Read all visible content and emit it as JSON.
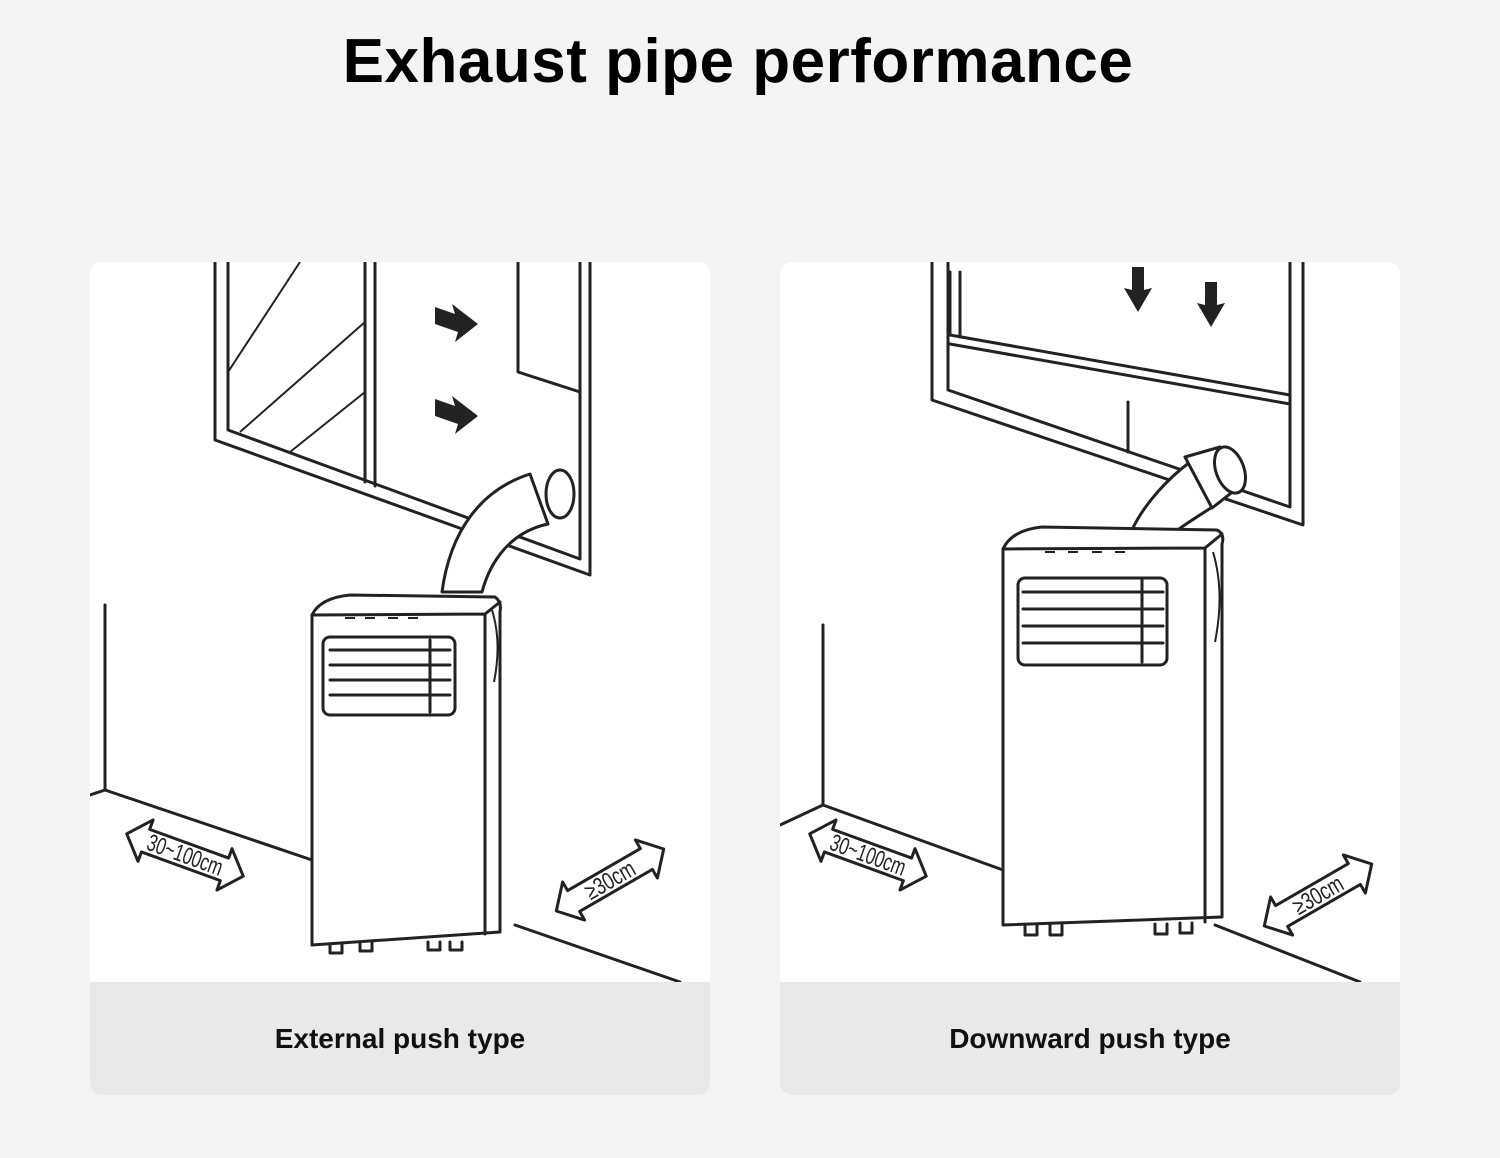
{
  "header": {
    "title": "Exhaust pipe performance"
  },
  "panels": [
    {
      "caption": "External push type",
      "side_clearance": "30~100cm",
      "back_clearance": "≥30cm",
      "airflow": "outward"
    },
    {
      "caption": "Downward push type",
      "side_clearance": "30~100cm",
      "back_clearance": "≥30cm",
      "airflow": "downward"
    }
  ]
}
